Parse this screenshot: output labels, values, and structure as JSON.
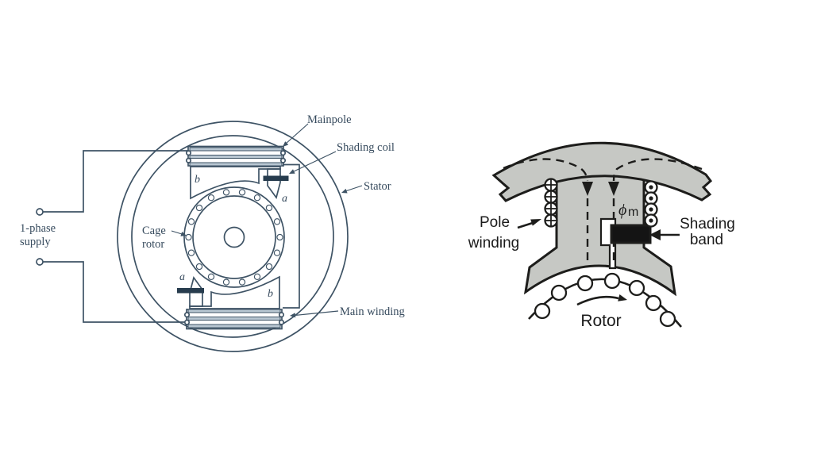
{
  "figure": {
    "left_diagram": {
      "supply": {
        "line1": "1-phase",
        "line2": "supply"
      },
      "labels": {
        "mainpole": "Mainpole",
        "shading_coil": "Shading coil",
        "stator": "Stator",
        "cage_rotor_line1": "Cage",
        "cage_rotor_line2": "rotor",
        "main_winding": "Main winding",
        "pole_letter_b_top": "b",
        "pole_letter_a_top": "a",
        "pole_letter_a_bottom": "a",
        "pole_letter_b_bottom": "b"
      }
    },
    "right_diagram": {
      "labels": {
        "pole_winding_line1": "Pole",
        "pole_winding_line2": "winding",
        "shading_band_line1": "Shading",
        "shading_band_line2": "band",
        "rotor": "Rotor",
        "flux_phi": "ϕ",
        "flux_subscript": "m"
      }
    },
    "colors": {
      "left_ink": "#3e5365",
      "left_text": "#374b5e",
      "shading_coil_bar": "#273c4e",
      "iron_gray": "#c6c8c4",
      "band_black": "#141414",
      "right_ink": "#1d1d1b",
      "background": "#ffffff"
    }
  }
}
